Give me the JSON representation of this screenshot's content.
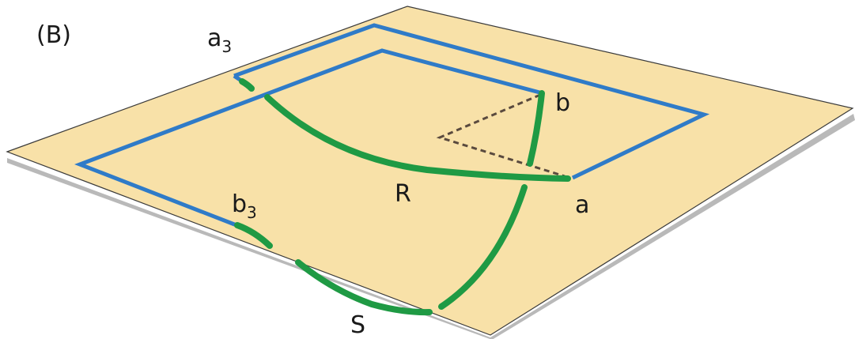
{
  "panel_label": "(B)",
  "labels": {
    "a3": {
      "base": "a",
      "sub": "3"
    },
    "b3": {
      "base": "b",
      "sub": "3"
    },
    "b": "b",
    "a": "a",
    "R": "R",
    "S": "S"
  },
  "colors": {
    "plane": "#f8e1a8",
    "plane_edge": "#3a3a3a",
    "shadow": "#b9b9b9",
    "blue_path": "#2f7bc8",
    "green_curve": "#1f9a44",
    "dashed": "#5a4a3e"
  }
}
